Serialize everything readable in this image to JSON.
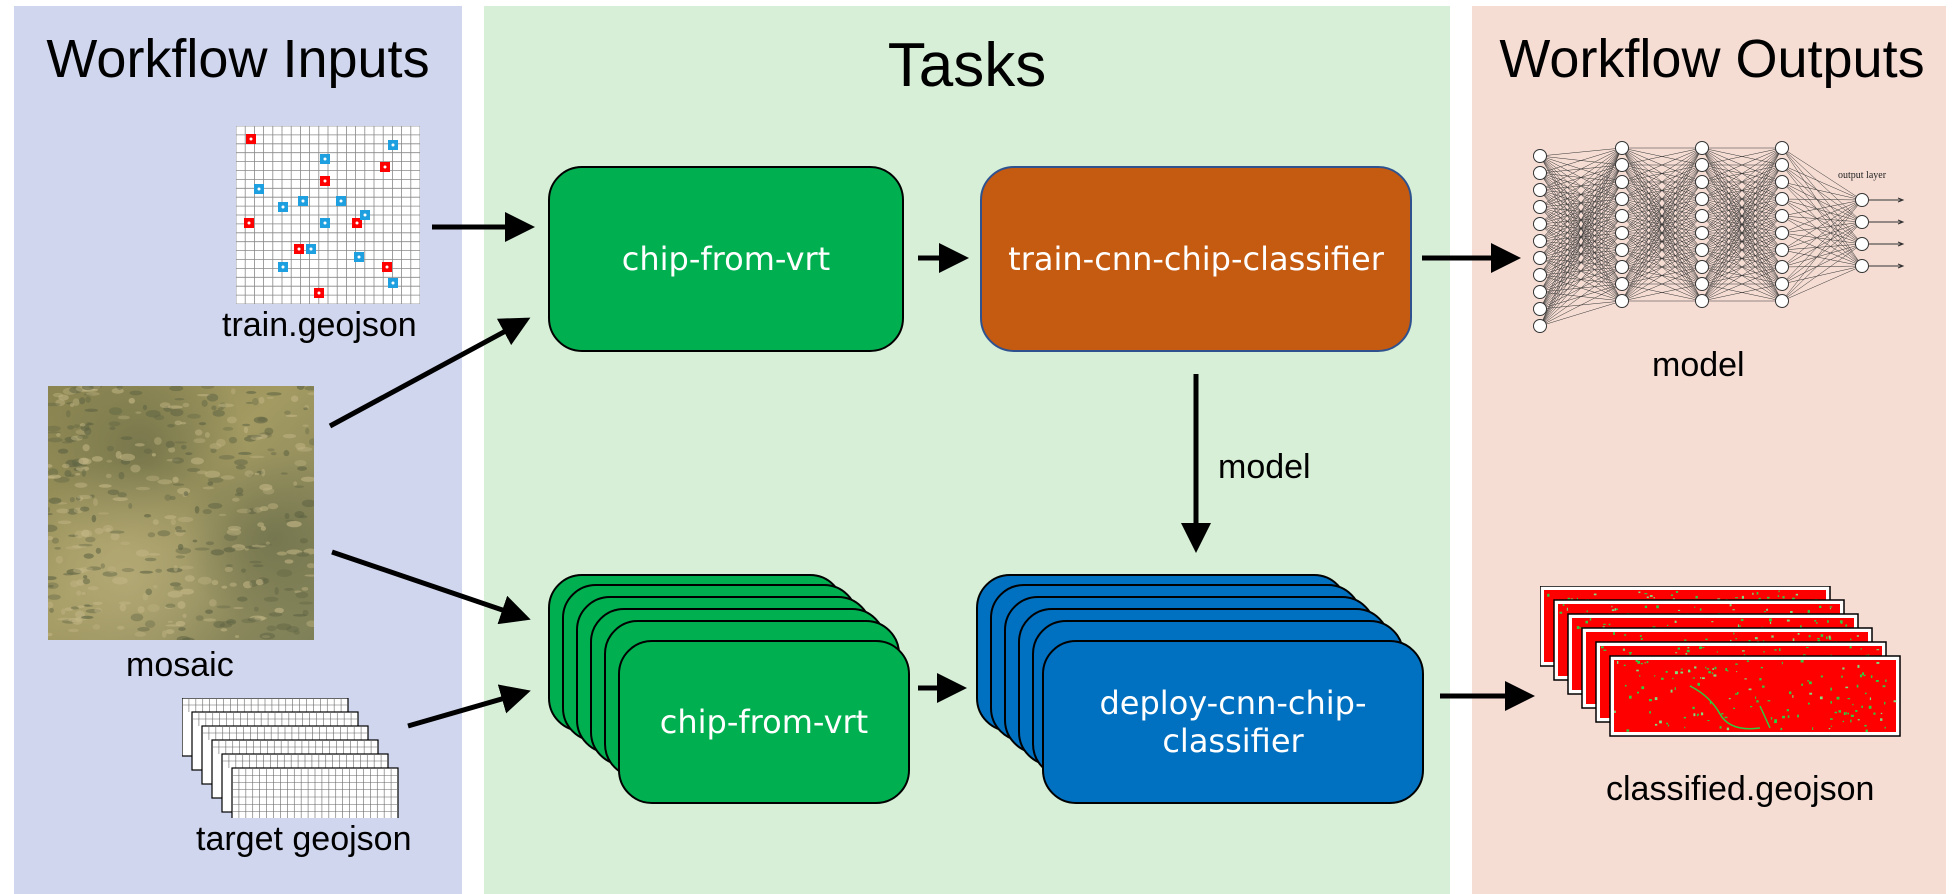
{
  "panels": {
    "inputs": {
      "title": "Workflow Inputs"
    },
    "tasks": {
      "title": "Tasks"
    },
    "outputs": {
      "title": "Workflow Outputs"
    }
  },
  "inputs": {
    "train": "train.geojson",
    "mosaic": "mosaic",
    "target": "target geojson"
  },
  "tasks": {
    "chip_top": "chip-from-vrt",
    "train_classifier": "train-cnn-chip-classifier",
    "model_edge": "model",
    "chip_bottom": "chip-from-vrt",
    "deploy_line1": "deploy-cnn-chip-",
    "deploy_line2": "classifier"
  },
  "outputs": {
    "model": "model",
    "output_layer": "output layer",
    "classified": "classified.geojson"
  },
  "colors": {
    "inputs_bg": "#d0d6ee",
    "tasks_bg": "#d6efd6",
    "outputs_bg": "#f6ddd4",
    "green": "#00b050",
    "orange": "#c55a11",
    "blue": "#0070c0",
    "red_fill": "#ff0000"
  }
}
